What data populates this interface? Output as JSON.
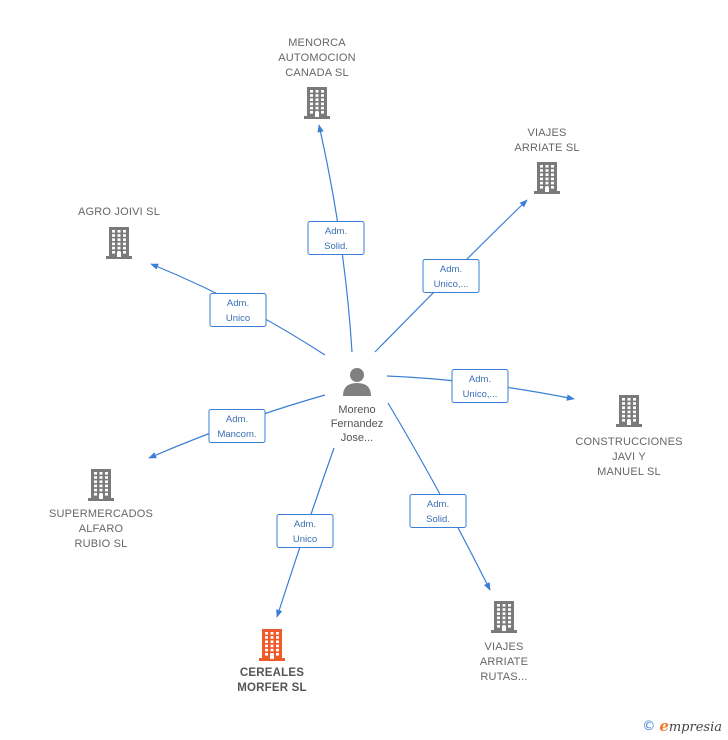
{
  "center": {
    "label_lines": [
      "Moreno",
      "Fernandez",
      "Jose..."
    ],
    "icon": "person-icon"
  },
  "nodes": [
    {
      "id": "menorca",
      "label_lines": [
        "MENORCA",
        "AUTOMOCION",
        "CANADA  SL"
      ],
      "icon": "building-icon",
      "highlight": false
    },
    {
      "id": "viajes-arriate",
      "label_lines": [
        "VIAJES",
        "ARRIATE SL"
      ],
      "icon": "building-icon",
      "highlight": false
    },
    {
      "id": "agro-joivi",
      "label_lines": [
        "AGRO JOIVI SL"
      ],
      "icon": "building-icon",
      "highlight": false
    },
    {
      "id": "construcciones",
      "label_lines": [
        "CONSTRUCCIONES",
        "JAVI Y",
        "MANUEL  SL"
      ],
      "icon": "building-icon",
      "highlight": false
    },
    {
      "id": "supermercados",
      "label_lines": [
        "SUPERMERCADOS",
        "ALFARO",
        "RUBIO  SL"
      ],
      "icon": "building-icon",
      "highlight": false
    },
    {
      "id": "viajes-rutas",
      "label_lines": [
        "VIAJES",
        "ARRIATE",
        "RUTAS..."
      ],
      "icon": "building-icon",
      "highlight": false
    },
    {
      "id": "cereales",
      "label_lines": [
        "CEREALES",
        "MORFER  SL"
      ],
      "icon": "building-icon",
      "highlight": true
    }
  ],
  "edges": [
    {
      "to": "menorca",
      "label_lines": [
        "Adm.",
        "Solid."
      ]
    },
    {
      "to": "viajes-arriate",
      "label_lines": [
        "Adm.",
        "Unico,..."
      ]
    },
    {
      "to": "agro-joivi",
      "label_lines": [
        "Adm.",
        "Unico"
      ]
    },
    {
      "to": "construcciones",
      "label_lines": [
        "Adm.",
        "Unico,..."
      ]
    },
    {
      "to": "supermercados",
      "label_lines": [
        "Adm.",
        "Mancom."
      ]
    },
    {
      "to": "viajes-rutas",
      "label_lines": [
        "Adm.",
        "Solid."
      ]
    },
    {
      "to": "cereales",
      "label_lines": [
        "Adm.",
        "Unico"
      ]
    }
  ],
  "colors": {
    "edge": "#3a7fd5",
    "building": "#7a7a7a",
    "building_highlight": "#f05a28",
    "person": "#808080"
  },
  "footer": {
    "copyright": "©",
    "brand_initial": "e",
    "brand_rest": "mpresia"
  }
}
